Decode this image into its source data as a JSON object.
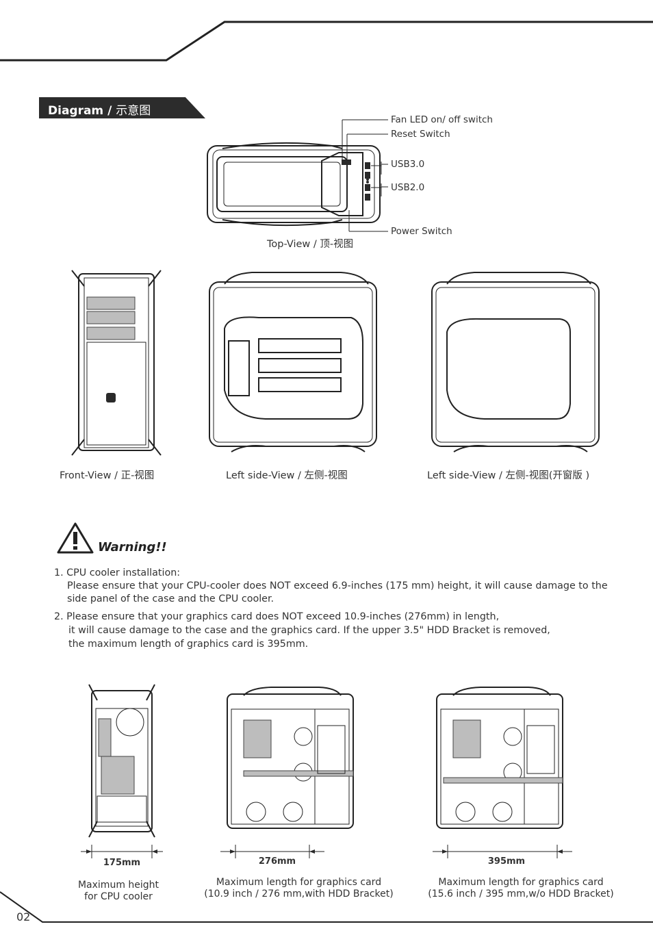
{
  "header": {
    "title_en": "Diagram",
    "title_cn": "示意图",
    "separator": " / "
  },
  "top_view": {
    "callouts": {
      "fan_led": "Fan LED on/ off switch",
      "reset": "Reset Switch",
      "usb3": "USB3.0",
      "usb2": "USB2.0",
      "power": "Power Switch"
    },
    "caption": "Top-View / 顶-视图"
  },
  "views": {
    "front": "Front-View / 正-视图",
    "left": "Left side-View / 左侧-视图",
    "left_window": "Left side-View / 左侧-视图(开窗版 )"
  },
  "warning": {
    "title": "Warning!!",
    "item1_title": "1. CPU cooler installation:",
    "item1_line1": "Please ensure that your CPU-cooler does NOT exceed 6.9-inches (175 mm) height, it will cause damage to the",
    "item1_line2": "side panel of the case and the CPU cooler.",
    "item2_line1": "2. Please ensure that your graphics card does NOT exceed 10.9-inches (276mm) in length,",
    "item2_line2": "it will cause damage to the case and the graphics card. If the upper 3.5\" HDD Bracket is removed,",
    "item2_line3": "the maximum length of graphics card is 395mm."
  },
  "dimensions": {
    "cpu": {
      "label": "175mm",
      "caption_line1": "Maximum height",
      "caption_line2": "for CPU cooler"
    },
    "gpu_with": {
      "label": "276mm",
      "caption_line1": "Maximum length for graphics card",
      "caption_line2": "(10.9 inch / 276 mm,with HDD Bracket)"
    },
    "gpu_without": {
      "label": "395mm",
      "caption_line1": "Maximum length for graphics card",
      "caption_line2": "(15.6 inch / 395 mm,w/o HDD Bracket)"
    }
  },
  "page_number": "02"
}
